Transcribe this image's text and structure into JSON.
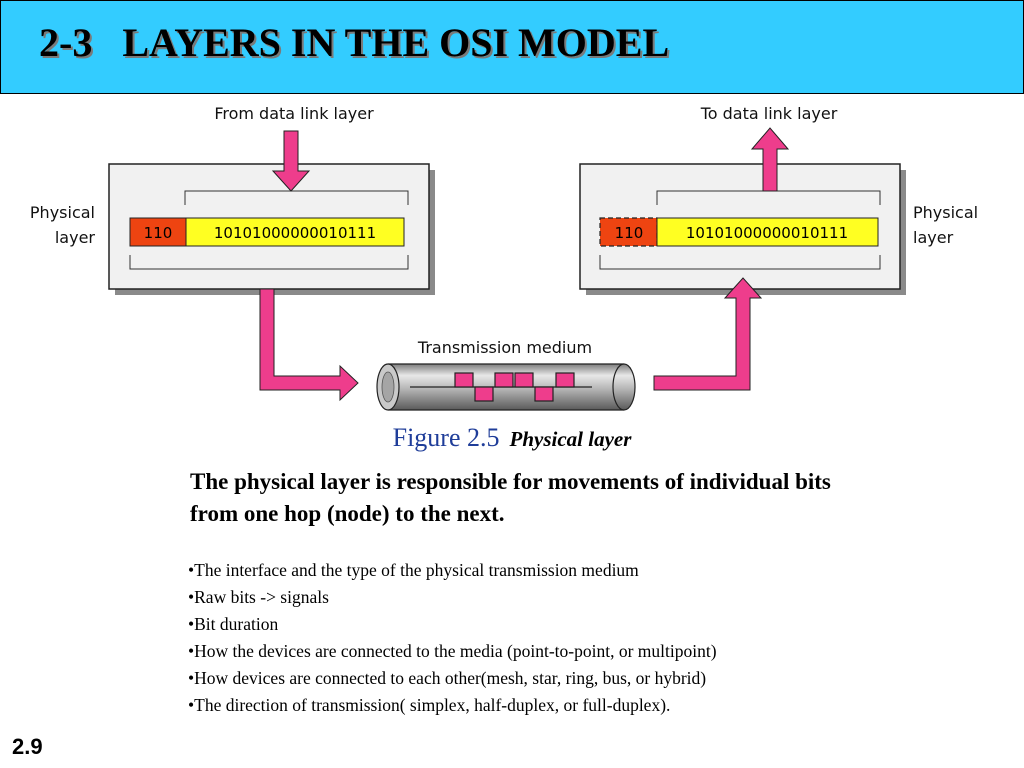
{
  "slide": {
    "title": "2-3   LAYERS IN THE OSI MODEL",
    "page_number": "2.9"
  },
  "diagram": {
    "from_label": "From data link layer",
    "to_label": "To data link layer",
    "left_layer_label": [
      "Physical",
      "layer"
    ],
    "right_layer_label": [
      "Physical",
      "layer"
    ],
    "header_bits": "110",
    "data_bits": "10101000000010111",
    "medium_label": "Transmission medium",
    "colors": {
      "arrow": "#ee3d8c",
      "header": "#ee4411",
      "data": "#ffff22",
      "box": "#f1f1f1",
      "title_bar": "#33ccff"
    }
  },
  "figure": {
    "number": "Figure 2.5",
    "title": "Physical layer"
  },
  "description": "The physical layer is responsible for movements of individual bits from one hop (node) to the next.",
  "bullets": [
    "•The interface and the type of the physical transmission medium",
    "•Raw bits -> signals",
    "•Bit duration",
    "•How the devices are connected to the media (point-to-point, or multipoint)",
    "•How devices are connected to each other(mesh, star, ring, bus, or hybrid)",
    "•The direction of transmission( simplex, half-duplex, or full-duplex)."
  ]
}
